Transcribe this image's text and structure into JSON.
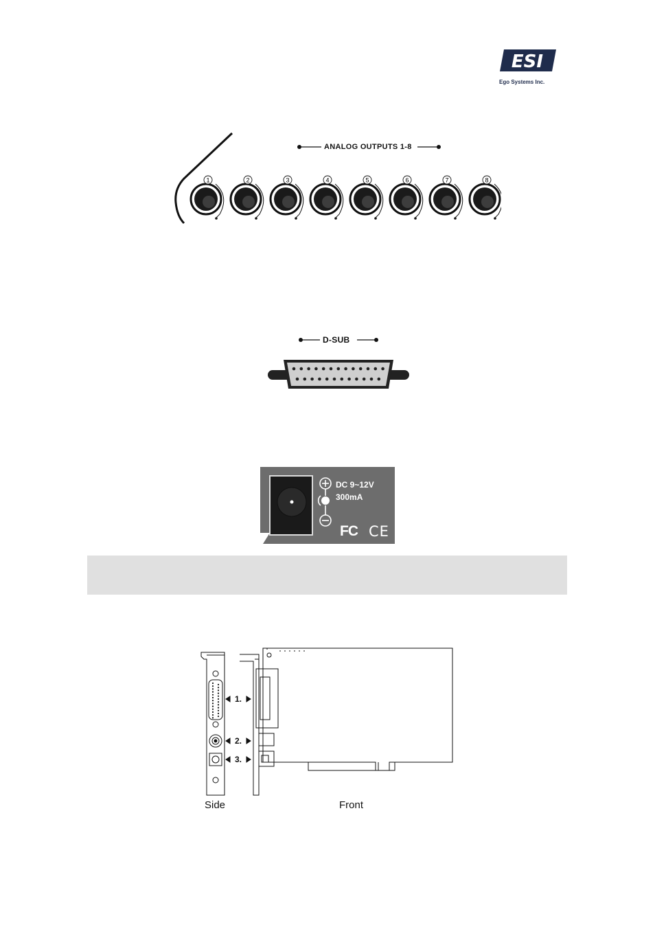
{
  "logo": {
    "brand": "ESI",
    "tagline": "Ego Systems Inc."
  },
  "analog_outputs": {
    "label": "ANALOG OUTPUTS 1-8",
    "jacks": [
      "1",
      "2",
      "3",
      "4",
      "5",
      "6",
      "7",
      "8"
    ]
  },
  "dsub": {
    "label": "D-SUB"
  },
  "power": {
    "voltage": "DC 9~12V",
    "current": "300mA",
    "plus_symbol": "+",
    "minus_symbol": "−",
    "fcc_mark": "FC",
    "ce_mark": "CE"
  },
  "card_diagram": {
    "callouts": [
      "1.",
      "2.",
      "3."
    ],
    "side_label": "Side",
    "front_label": "Front"
  },
  "colors": {
    "logo_navy": "#1f2c4c",
    "power_panel": "#6d6d6d",
    "band_gray": "#e0e0e0"
  }
}
